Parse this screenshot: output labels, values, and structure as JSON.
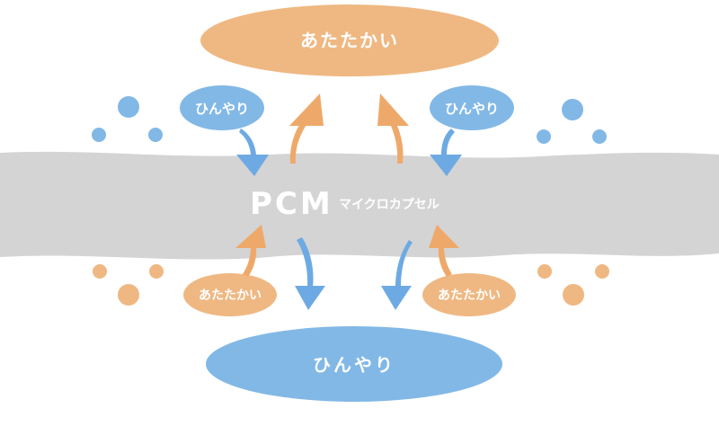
{
  "diagram": {
    "top_label": "あたたかい",
    "bottom_label": "ひんやり",
    "band_title": "PCM",
    "band_subtitle": "マイクロカプセル",
    "small_cool_left": "ひんやり",
    "small_cool_right": "ひんやり",
    "small_warm_left": "あたたかい",
    "small_warm_right": "あたたかい"
  },
  "colors": {
    "warm": "#efb882",
    "warm_arrow": "#eea96a",
    "cool": "#82b8e6",
    "cool_arrow": "#6daae3",
    "band": "#d4d4d4"
  }
}
